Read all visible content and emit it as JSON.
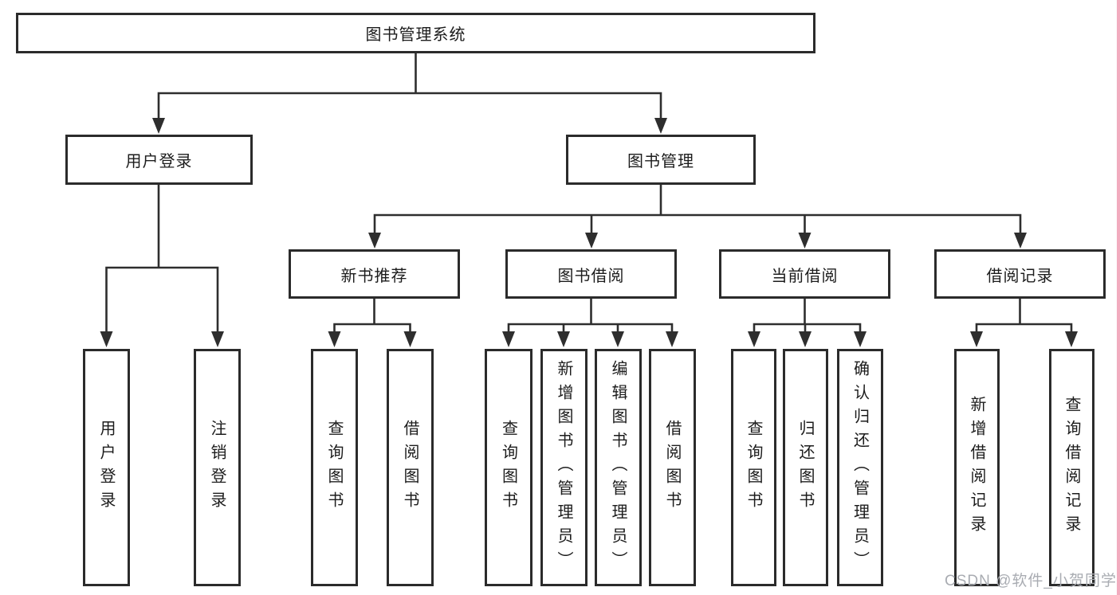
{
  "nodes": {
    "system": "图书管理系统",
    "user_login": "用户登录",
    "book_management": "图书管理",
    "new_book_recommend": "新书推荐",
    "book_borrowing": "图书借阅",
    "current_borrowing": "当前借阅",
    "borrowing_records": "借阅记录",
    "user_login_leaf": "用户登录",
    "logout_leaf": "注销登录",
    "recommend_query_books": "查询图书",
    "recommend_borrow_books": "借阅图书",
    "borrowing_query_books": "查询图书",
    "borrowing_add_books": "新增图书（管理员）",
    "borrowing_edit_books": "编辑图书（管理员）",
    "borrowing_borrow_books": "借阅图书",
    "current_query_books": "查询图书",
    "current_return_books": "归还图书",
    "current_confirm_return": "确认归还（管理员）",
    "records_add_record": "新增借阅记录",
    "records_query_record": "查询借阅记录"
  },
  "hierarchy": {
    "图书管理系统": {
      "用户登录": [
        "用户登录",
        "注销登录"
      ],
      "图书管理": {
        "新书推荐": [
          "查询图书",
          "借阅图书"
        ],
        "图书借阅": [
          "查询图书",
          "新增图书（管理员）",
          "编辑图书（管理员）",
          "借阅图书"
        ],
        "当前借阅": [
          "查询图书",
          "归还图书",
          "确认归还（管理员）"
        ],
        "借阅记录": [
          "新增借阅记录",
          "查询借阅记录"
        ]
      }
    }
  },
  "watermark": {
    "text": "CSDN @软件_小贺同学"
  },
  "colors": {
    "line": "#2e2e2e",
    "box_border": "#2b2b2b",
    "text": "#1c1c1c",
    "watermark": "#a9acb2",
    "edge_strip": "#f2abbe",
    "background": "#ffffff"
  }
}
